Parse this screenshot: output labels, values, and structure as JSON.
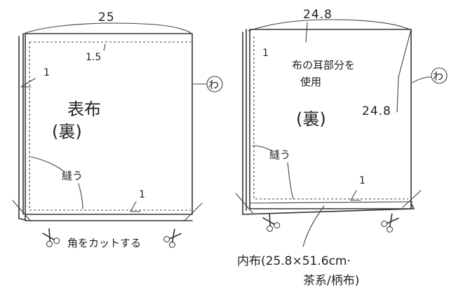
{
  "left_panel": {
    "width_label": "25",
    "seam_top_label": "1.5",
    "seam_side_label": "1",
    "seam_bottom_label": "1",
    "fold_mark": "わ",
    "title_line1": "表布",
    "title_line2": "(裏)",
    "sew_label": "縫う",
    "cut_corners_label": "角をカットする"
  },
  "right_panel": {
    "width_label": "24.8",
    "seam_side_label": "1",
    "seam_bottom_label": "1",
    "fold_mark": "わ",
    "selvage_line1": "布の耳部分を",
    "selvage_line2": "使用",
    "height_label": "24.8",
    "title": "(裏)",
    "sew_label": "縫う",
    "lining_line1": "内布(25.8×51.6cm·",
    "lining_line2": "茶系/柄布)"
  },
  "icons": [
    "scissors-icon",
    "scissors-icon",
    "scissors-icon",
    "scissors-icon"
  ]
}
